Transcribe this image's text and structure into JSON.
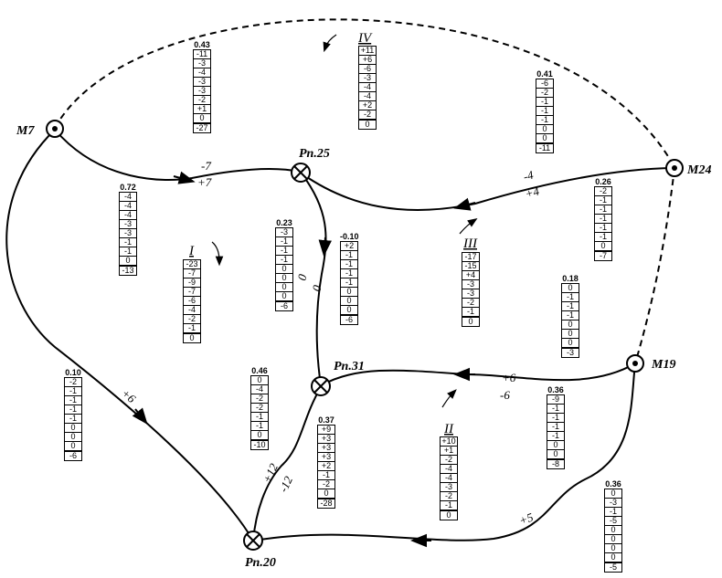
{
  "nodes": [
    {
      "id": "M7",
      "label": "M7",
      "type": "dot"
    },
    {
      "id": "M24",
      "label": "M24",
      "type": "dot"
    },
    {
      "id": "M19",
      "label": "M19",
      "type": "dot"
    },
    {
      "id": "Pn25",
      "label": "Pn.25",
      "type": "cross"
    },
    {
      "id": "Pn31",
      "label": "Pn.31",
      "type": "cross"
    },
    {
      "id": "Pn20",
      "label": "Pn.20",
      "type": "cross"
    }
  ],
  "regions": {
    "I": "I",
    "II": "II",
    "III": "III",
    "IV": "IV"
  },
  "flows": {
    "m7_pn25_top": "-7",
    "m7_pn25_bot": "+7",
    "m24_pn25_top": "-4",
    "m24_pn25_bot": "+4",
    "pn25_pn31_a": "0",
    "pn25_pn31_b": "0",
    "m19_pn31_top": "+6",
    "m19_pn31_bot": "-6",
    "pn31_pn20_a": "+12",
    "pn31_pn20_b": "-12",
    "m7_pn20": "+6",
    "m19_pn20": "+5"
  },
  "columns": [
    {
      "id": "c1",
      "header": "0.43",
      "values": [
        "-11",
        "-3",
        "-4",
        "-3",
        "-3",
        "-2",
        "+1",
        "0",
        "-27"
      ]
    },
    {
      "id": "c2",
      "header": "",
      "values": [
        "+11",
        "+6",
        "-6",
        "-3",
        "-4",
        "-4",
        "+2",
        "-2",
        "0"
      ]
    },
    {
      "id": "c3",
      "header": "0.41",
      "values": [
        "-6",
        "-2",
        "-1",
        "-1",
        "-1",
        "0",
        "0",
        "-11"
      ]
    },
    {
      "id": "c4",
      "header": "0.72",
      "values": [
        "-4",
        "-4",
        "-4",
        "-3",
        "-3",
        "-1",
        "-1",
        "0",
        "-13"
      ]
    },
    {
      "id": "c5",
      "header": "0.26",
      "values": [
        "-2",
        "-1",
        "-1",
        "-1",
        "-1",
        "-1",
        "0",
        "-7"
      ]
    },
    {
      "id": "c6",
      "header": "0.23",
      "values": [
        "-3",
        "-1",
        "-1",
        "-1",
        "0",
        "0",
        "0",
        "0",
        "-6"
      ]
    },
    {
      "id": "c7",
      "header": "-0.10",
      "values": [
        "+2",
        "-1",
        "-1",
        "-1",
        "-1",
        "0",
        "0",
        "0",
        "-6"
      ]
    },
    {
      "id": "c8",
      "header": "",
      "values": [
        "-23",
        "-7",
        "-9",
        "-7",
        "-6",
        "-4",
        "-2",
        "-1",
        "0"
      ]
    },
    {
      "id": "c9",
      "header": "",
      "values": [
        "-17",
        "-15",
        "+4",
        "-3",
        "-3",
        "-2",
        "-1",
        "0"
      ]
    },
    {
      "id": "c10",
      "header": "0.18",
      "values": [
        "0",
        "-1",
        "-1",
        "-1",
        "0",
        "0",
        "0",
        "-3"
      ]
    },
    {
      "id": "c11",
      "header": "0.10",
      "values": [
        "-2",
        "-1",
        "-1",
        "-1",
        "-1",
        "0",
        "0",
        "0",
        "-6"
      ]
    },
    {
      "id": "c12",
      "header": "0.46",
      "values": [
        "0",
        "-4",
        "-2",
        "-2",
        "-1",
        "-1",
        "0",
        "-10"
      ]
    },
    {
      "id": "c13",
      "header": "0.37",
      "values": [
        "+9",
        "+3",
        "+3",
        "+3",
        "+2",
        "-1",
        "-2",
        "0",
        "-28"
      ]
    },
    {
      "id": "c14",
      "header": "",
      "values": [
        "+10",
        "+1",
        "-2",
        "-4",
        "-4",
        "-3",
        "-2",
        "-1",
        "0"
      ]
    },
    {
      "id": "c15",
      "header": "0.36",
      "values": [
        "-9",
        "-1",
        "-1",
        "-1",
        "-1",
        "0",
        "0",
        "-8"
      ]
    },
    {
      "id": "c16",
      "header": "0.36",
      "values": [
        "0",
        "-3",
        "-1",
        "-5",
        "0",
        "0",
        "0",
        "0",
        "-5"
      ]
    }
  ]
}
